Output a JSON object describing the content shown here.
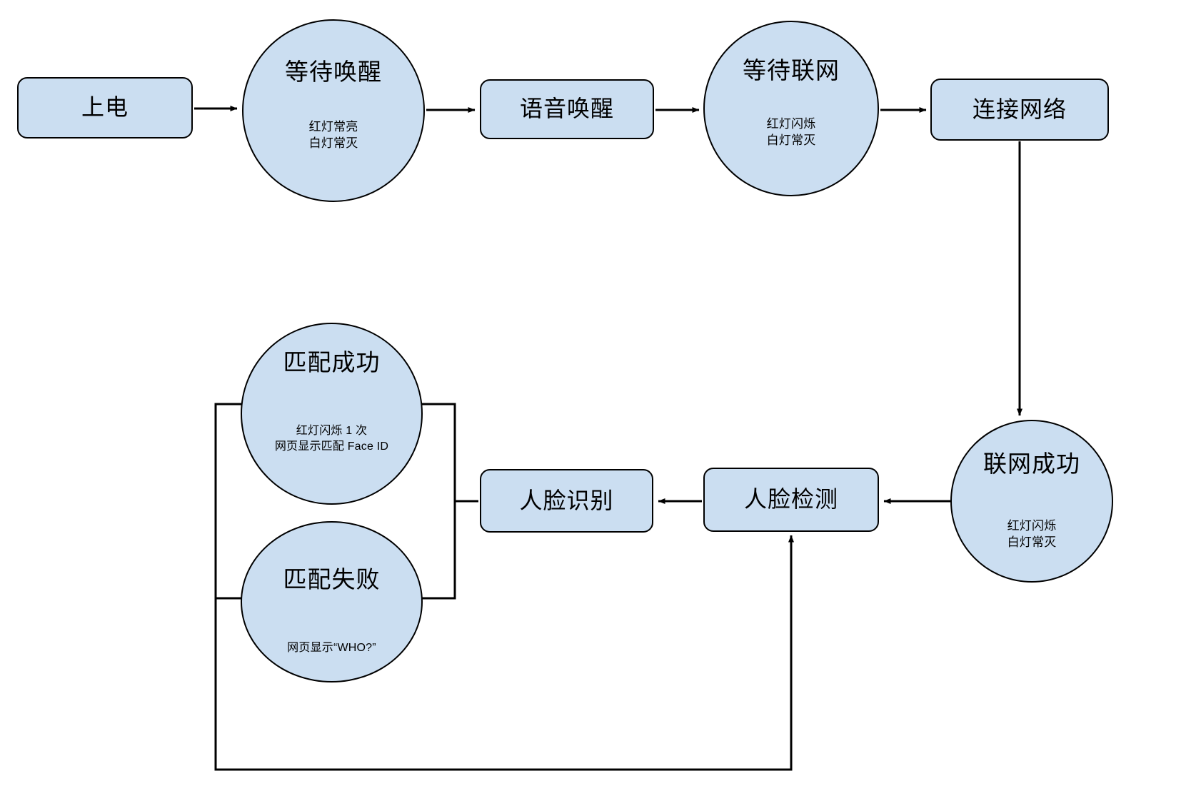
{
  "diagram": {
    "title": "Device state flow diagram",
    "style": {
      "node_fill": "#cbdef1",
      "node_stroke": "#000000",
      "edge_color": "#000000",
      "background": "#ffffff"
    },
    "nodes": [
      {
        "id": "power",
        "shape": "rect",
        "label": "上电",
        "sub": ""
      },
      {
        "id": "wait-wake",
        "shape": "circle",
        "label": "等待唤醒",
        "sub": "红灯常亮\n白灯常灭"
      },
      {
        "id": "voice-wake",
        "shape": "rect",
        "label": "语音唤醒",
        "sub": ""
      },
      {
        "id": "wait-net",
        "shape": "circle",
        "label": "等待联网",
        "sub": "红灯闪烁\n白灯常灭"
      },
      {
        "id": "connect-network",
        "shape": "rect",
        "label": "连接网络",
        "sub": ""
      },
      {
        "id": "network-success",
        "shape": "circle",
        "label": "联网成功",
        "sub": "红灯闪烁\n白灯常灭"
      },
      {
        "id": "face-detect",
        "shape": "rect",
        "label": "人脸检测",
        "sub": ""
      },
      {
        "id": "face-recognize",
        "shape": "rect",
        "label": "人脸识别",
        "sub": ""
      },
      {
        "id": "match-success",
        "shape": "circle",
        "label": "匹配成功",
        "sub": "红灯闪烁 1 次\n网页显示匹配 Face ID"
      },
      {
        "id": "match-fail",
        "shape": "circle",
        "label": "匹配失败",
        "sub": "网页显示“WHO?”"
      }
    ],
    "edges": [
      {
        "from": "power",
        "to": "wait-wake",
        "arrow": true
      },
      {
        "from": "wait-wake",
        "to": "voice-wake",
        "arrow": true
      },
      {
        "from": "voice-wake",
        "to": "wait-net",
        "arrow": true
      },
      {
        "from": "wait-net",
        "to": "connect-network",
        "arrow": true
      },
      {
        "from": "connect-network",
        "to": "network-success",
        "arrow": true
      },
      {
        "from": "network-success",
        "to": "face-detect",
        "arrow": true
      },
      {
        "from": "face-detect",
        "to": "face-recognize",
        "arrow": true
      },
      {
        "from": "face-recognize",
        "to": "match-success",
        "arrow": false
      },
      {
        "from": "face-recognize",
        "to": "match-fail",
        "arrow": false
      },
      {
        "from": "match-fail",
        "to": "face-detect",
        "arrow": true
      }
    ]
  }
}
